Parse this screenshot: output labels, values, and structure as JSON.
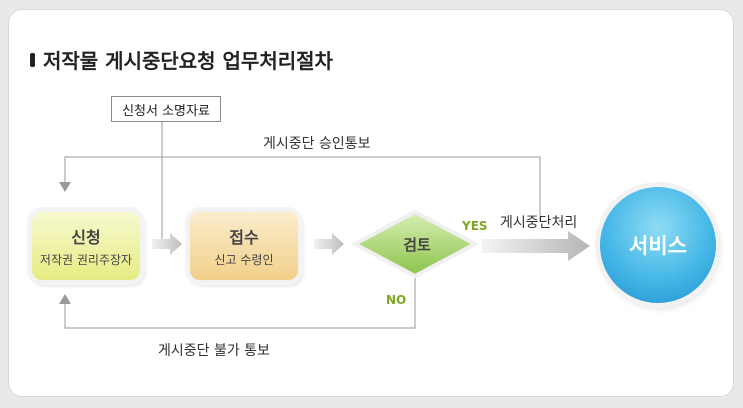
{
  "title": "저작물 게시중단요청 업무처리절차",
  "document_box": "신청서 소명자료",
  "nodes": {
    "apply": {
      "main": "신청",
      "sub": "저작권 권리주장자"
    },
    "receive": {
      "main": "접수",
      "sub": "신고 수령인"
    },
    "review": {
      "main": "검토"
    },
    "service": {
      "main": "서비스"
    }
  },
  "labels": {
    "approve_notice": "게시중단 승인통보",
    "reject_notice": "게시중단 불가 통보",
    "process": "게시중단처리",
    "yes": "YES",
    "no": "NO"
  },
  "colors": {
    "apply_fill": "#e6ec82",
    "receive_fill": "#f1d08a",
    "review_fill": "#8bc34a",
    "service_fill": "#45b7e6",
    "yes_no_text": "#7ea621"
  }
}
